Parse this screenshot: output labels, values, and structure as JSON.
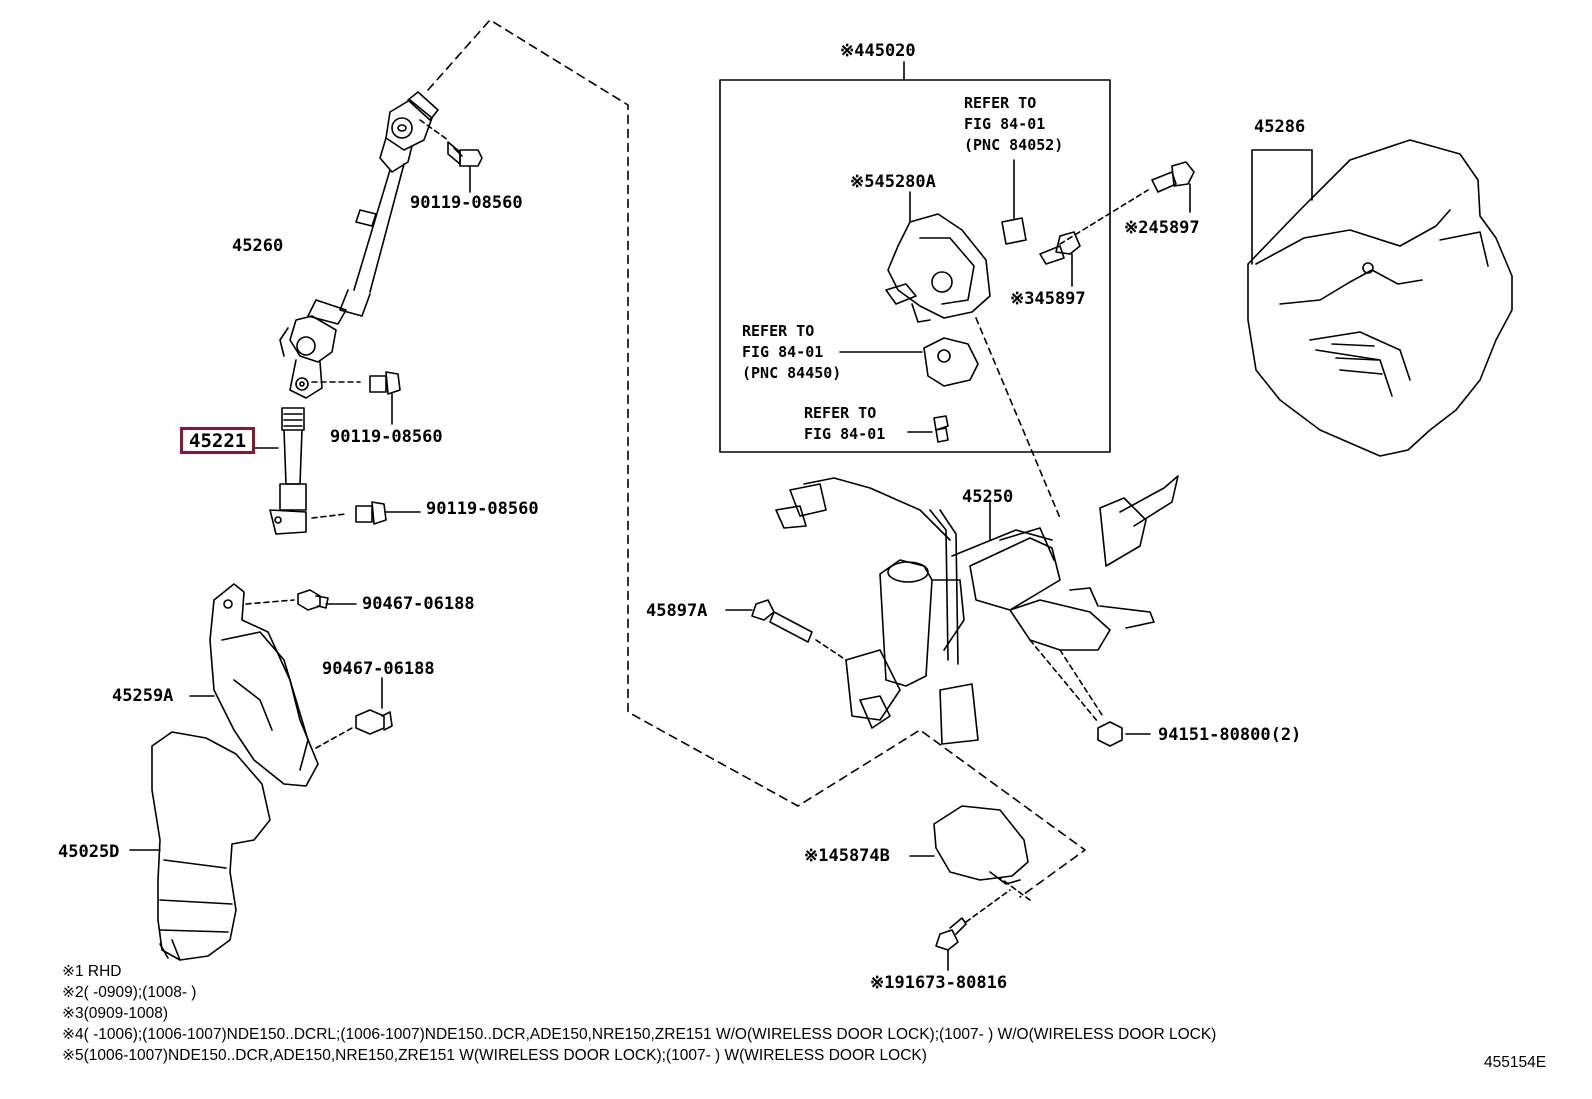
{
  "parts": {
    "p45260": "45260",
    "p90119_a": "90119-08560",
    "p90119_b": "90119-08560",
    "p90119_c": "90119-08560",
    "p45221": "45221",
    "p90467_a": "90467-06188",
    "p90467_b": "90467-06188",
    "p45259A": "45259A",
    "p45025D": "45025D",
    "p45020": "※445020",
    "p45280A": "※545280A",
    "p45897_2": "※245897",
    "p45897_3": "※345897",
    "p45286": "45286",
    "p45250": "45250",
    "p45897A": "45897A",
    "p94151": "94151-80800(2)",
    "p45874B": "※145874B",
    "p91673": "※191673-80816"
  },
  "refer": {
    "r1": [
      "REFER TO",
      "FIG 84-01",
      "(PNC 84052)"
    ],
    "r2": [
      "REFER TO",
      "FIG 84-01",
      "(PNC 84450)"
    ],
    "r3": [
      "REFER TO",
      "FIG 84-01"
    ]
  },
  "footnotes": [
    "※1 RHD",
    "※2(         -0909);(1008-      )",
    "※3(0909-1008)",
    "※4(         -1006);(1006-1007)NDE150..DCRL;(1006-1007)NDE150..DCR,ADE150,NRE150,ZRE151  W/O(WIRELESS DOOR LOCK);(1007-         ) W/O(WIRELESS DOOR LOCK)",
    "※5(1006-1007)NDE150..DCR,ADE150,NRE150,ZRE151 W(WIRELESS DOOR LOCK);(1007-         ) W(WIRELESS DOOR LOCK)"
  ],
  "figure_code": "455154E",
  "colors": {
    "highlight": "#8b1535",
    "ink": "#000000"
  }
}
